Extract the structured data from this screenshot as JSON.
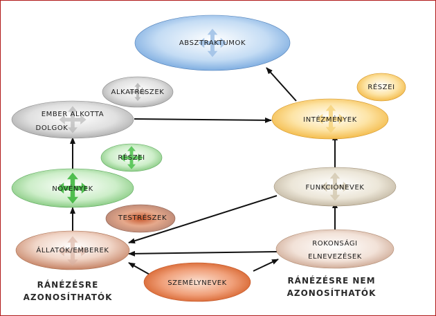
{
  "nodes": {
    "absztraktumok": {
      "label": "ABSZTRAKTUMOK",
      "color": "#4f8fd0"
    },
    "alkatreszek": {
      "label": "ALKATRÉSZEK",
      "color": "#8a8a8a"
    },
    "ember_alkotta": {
      "label_line1": "EMBER ALKOTTA",
      "label_line2": "DOLGOK",
      "color": "#9a9a9a"
    },
    "reszei_green": {
      "label": "RÉSZEI",
      "color": "#3fb24a"
    },
    "novenyek": {
      "label": "NÖVÉNYEK",
      "color": "#3fb24a"
    },
    "testreszek": {
      "label": "TESTRÉSZEK",
      "color": "#b8502a"
    },
    "allatok": {
      "label": "ÁLLATOK/EMBEREK",
      "color": "#b86a4a"
    },
    "reszei_orange": {
      "label": "RÉSZEI",
      "color": "#f0a020"
    },
    "intezmenyek": {
      "label": "INTÉZMÉNYEK",
      "color": "#f5b220"
    },
    "funkcionevek": {
      "label": "FUNKCIÓNEVEK",
      "color": "#a89878"
    },
    "rokonsagi": {
      "label_line1": "ROKONSÁGI",
      "label_line2": "ELNEVEZÉSEK",
      "color": "#c08a6a"
    },
    "szemelynevek": {
      "label": "SZEMÉLYNEVEK",
      "color": "#d0541a"
    }
  },
  "captions": {
    "left_line1": "RÁNÉZÉSRE",
    "left_line2": "AZONOSÍTHATÓK",
    "right_line1": "RÁNÉZÉSRE NEM",
    "right_line2": "AZONOSÍTHATÓK"
  },
  "colors": {
    "border": "#b01818",
    "arrow": "#111111"
  }
}
